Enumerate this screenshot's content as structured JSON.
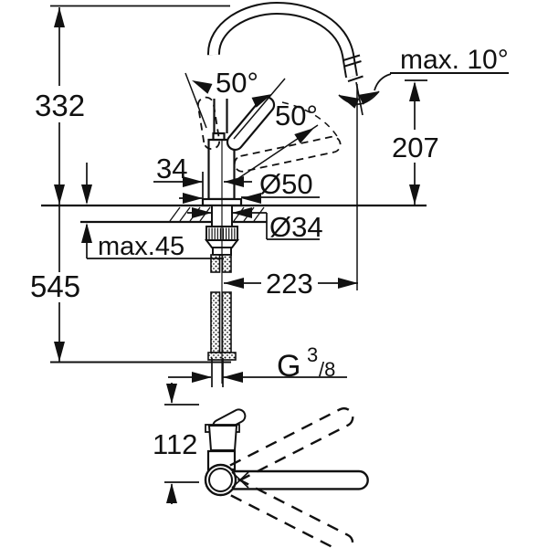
{
  "colors": {
    "ink": "#111111",
    "paper": "#ffffff"
  },
  "labels": {
    "height_top_section": "332",
    "height_total": "545",
    "handle_angle_front": "50°",
    "handle_angle_side": "50°",
    "spout_swivel": "max. 10°",
    "spout_outlet_height": "207",
    "body_offset": "34",
    "base_diameter": "Ø50",
    "hole_diameter": "Ø34",
    "max_counter_thickness": "max.45",
    "spout_reach": "223",
    "thread_letter": "G",
    "thread_numerator": "3",
    "thread_denominator": "/8",
    "handle_offset_top_view": "112"
  }
}
